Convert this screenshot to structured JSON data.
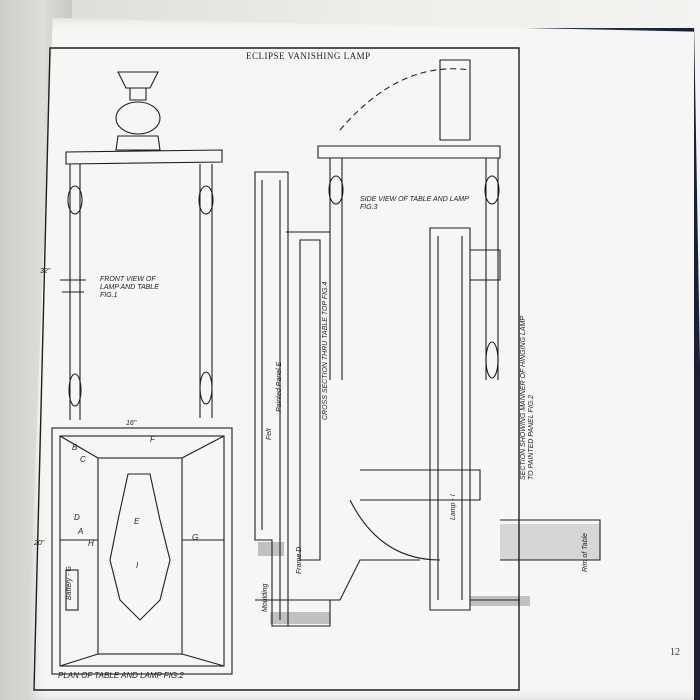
{
  "title": "ECLIPSE VANISHING LAMP",
  "page_number": "12",
  "labels": {
    "front_view": "FRONT VIEW OF LAMP AND TABLE FIG.1",
    "side_view": "SIDE VIEW OF TABLE AND LAMP FIG.3",
    "cross_section": "CROSS SECTION THRU TABLE TOP FIG.4",
    "section_hinging": "SECTION SHOWING MANNER OF HINGING LAMP TO PAINTED PANEL FIG.2",
    "plan": "PLAN OF TABLE AND LAMP FIG.2",
    "dim_height": "32\"",
    "dim_width": "16\"",
    "dim_depth": "20\"",
    "moulding": "Moulding",
    "felt": "Felt",
    "frame_d": "Frame D",
    "painted_panel": "Painted Panel E",
    "lamp": "Lamp - I",
    "rim_of_table": "Rim of Table",
    "battery": "Battery - G",
    "letters": [
      "A",
      "B",
      "C",
      "D",
      "E",
      "F",
      "G",
      "H",
      "I"
    ]
  },
  "colors": {
    "ink": "#1f1f1f",
    "paper": "#f6f6f4",
    "cover": "#1f2744"
  }
}
